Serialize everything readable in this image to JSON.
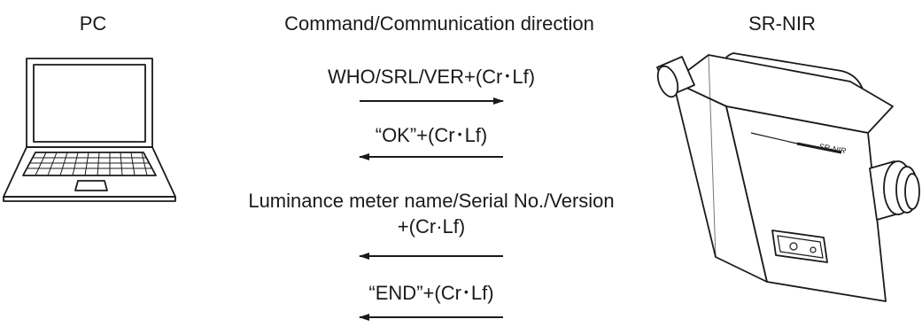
{
  "headers": {
    "left": "PC",
    "center": "Command/Communication direction",
    "right": "SR-NIR"
  },
  "messages": [
    {
      "text": "WHO/SRL/VER+(Cr･Lf)",
      "direction": "right"
    },
    {
      "text": "“OK”+(Cr･Lf)",
      "direction": "left"
    },
    {
      "text": "Luminance meter name/Serial No./Version",
      "text2": "+(Cr·Lf)",
      "direction": "left"
    },
    {
      "text": "“END”+(Cr･Lf)",
      "direction": "left"
    }
  ],
  "icons": {
    "left": "laptop-icon",
    "right": "luminance-meter-device-icon"
  },
  "device_label": "SR-NIR",
  "colors": {
    "line": "#1a1a1a",
    "background": "#ffffff"
  }
}
